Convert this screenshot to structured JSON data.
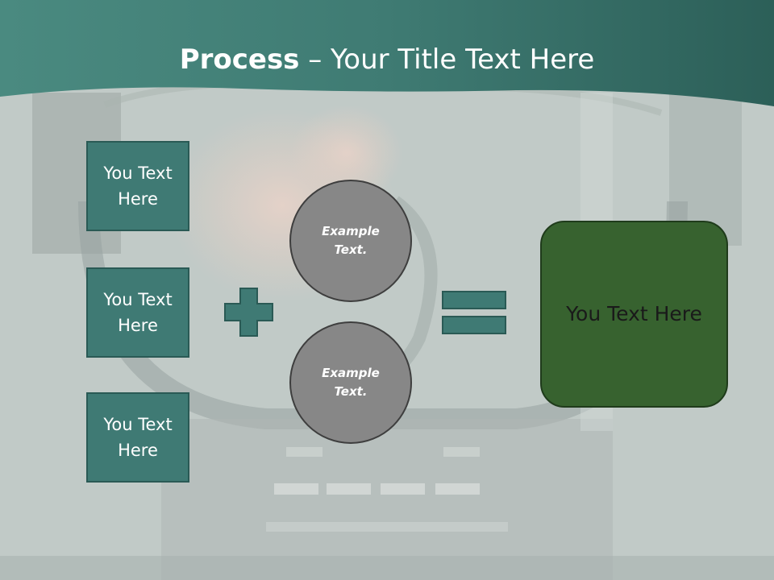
{
  "slide": {
    "title_bold": "Process",
    "title_rest": " – Your Title Text Here",
    "left_boxes": [
      {
        "label": "You Text Here"
      },
      {
        "label": "You Text Here"
      },
      {
        "label": "You Text Here"
      }
    ],
    "circles": [
      {
        "label": "Example Text."
      },
      {
        "label": "Example Text."
      }
    ],
    "result_label": "You Text Here"
  },
  "colors": {
    "header": "#3c7a72",
    "box_fill": "#3f7a74",
    "circle_fill": "#878787",
    "result_fill": "#37622f",
    "operator": "#3f7a74"
  }
}
